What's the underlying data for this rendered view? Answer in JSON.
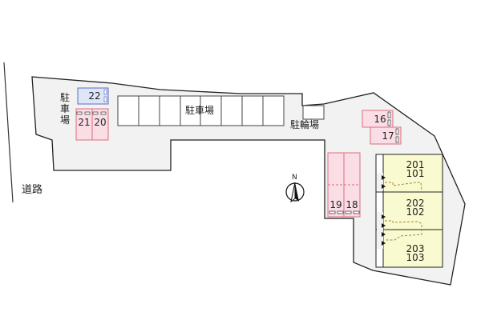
{
  "road_label": "道路",
  "parking_label_vertical": [
    "駐",
    "車",
    "場"
  ],
  "parking_main_label": "駐車場",
  "bicycle_parking_label": "駐輪場",
  "compass_label": "N",
  "parking_spaces": {
    "s22": "22",
    "s21": "21",
    "s20": "20",
    "s16": "16",
    "s17": "17",
    "s19": "19",
    "s18": "18"
  },
  "units": [
    {
      "upper": "201",
      "lower": "101"
    },
    {
      "upper": "202",
      "lower": "102"
    },
    {
      "upper": "203",
      "lower": "103"
    }
  ],
  "colors": {
    "lot": "#f2f2f2",
    "assigned": "#fbdde6",
    "assigned_border": "#d9707f",
    "blue": "#dde6f8",
    "blue_border": "#5a6fc4",
    "building": "#fafad0"
  }
}
